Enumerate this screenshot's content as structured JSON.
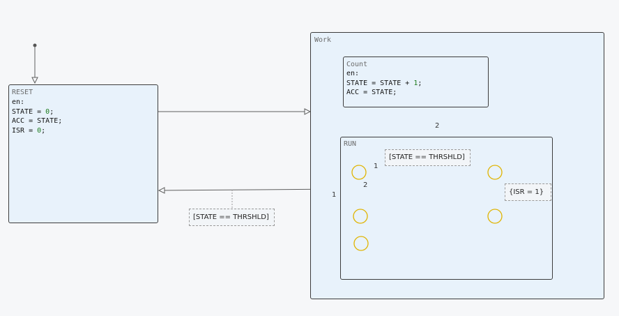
{
  "reset": {
    "name": "RESET",
    "en": "en:",
    "line1_pre": "STATE = ",
    "line1_num": "0",
    "line1_post": ";",
    "line2": "ACC = STATE;",
    "line3_pre": "ISR = ",
    "line3_num": "0",
    "line3_post": ";"
  },
  "work": {
    "name": "Work"
  },
  "count": {
    "name": "Count",
    "en": "en:",
    "line1_pre": "STATE = STATE + ",
    "line1_num": "1",
    "line1_post": ";",
    "line2": "ACC = STATE;"
  },
  "run": {
    "name": "RUN"
  },
  "transitions": {
    "run_to_count_order": "2",
    "run_to_reset_order": "1",
    "j1_to_j2_order": "1",
    "j1_to_j3_order": "2",
    "guard_top": "[STATE == THRSHLD]",
    "guard_bottom": "[STATE == THRSHLD]",
    "action_isr": "{ISR = 1}"
  },
  "colors": {
    "junction": "#e0b400",
    "arrow": "#5f5f5f",
    "state_fill": "#e8f2fb",
    "number": "#1a7a1a"
  }
}
